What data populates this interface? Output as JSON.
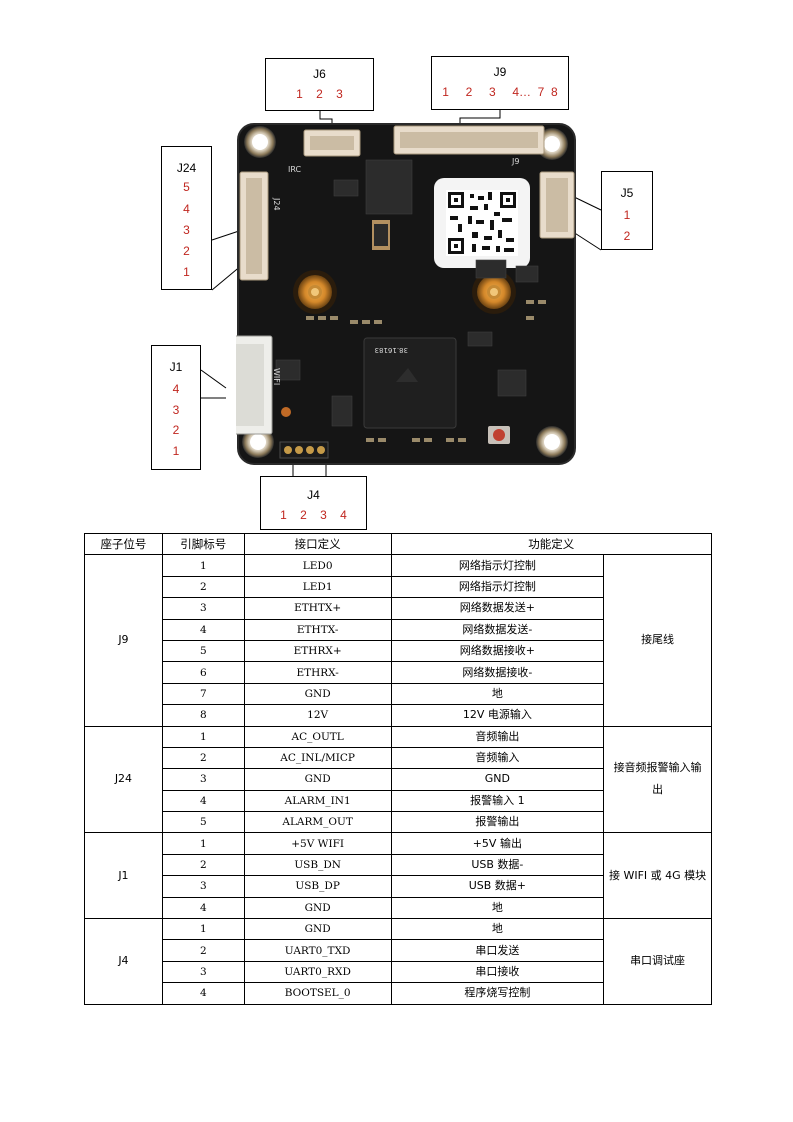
{
  "callouts": {
    "j6": {
      "title": "J6",
      "pins": "1    2    3"
    },
    "j9": {
      "title": "J9",
      "pins": "1     2     3     4…  7  8"
    },
    "j24": {
      "title": "J24",
      "pins": [
        "5",
        "4",
        "3",
        "2",
        "1"
      ]
    },
    "j5": {
      "title": "J5",
      "pins": [
        "1",
        "2"
      ]
    },
    "j1": {
      "title": "J1",
      "pins": [
        "4",
        "3",
        "2",
        "1"
      ]
    },
    "j4": {
      "title": "J4",
      "pins": "1    2    3    4"
    }
  },
  "board": {
    "silkscreen_irc": "IRC",
    "silkscreen_wifi": "WIFI",
    "chip_marking": "38.16183",
    "label_j9": "J9",
    "label_j24": "J24"
  },
  "colors": {
    "pin_red": "#c0261f",
    "board": "#151515"
  },
  "table": {
    "headers": [
      "座子位号",
      "引脚标号",
      "接口定义",
      "功能定义"
    ],
    "groups": [
      {
        "name": "J9",
        "summary": "接尾线",
        "rows": [
          {
            "pin": "1",
            "signal": "LED0",
            "function": "网络指示灯控制"
          },
          {
            "pin": "2",
            "signal": "LED1",
            "function": "网络指示灯控制"
          },
          {
            "pin": "3",
            "signal": "ETHTX+",
            "function": "网络数据发送+"
          },
          {
            "pin": "4",
            "signal": "ETHTX-",
            "function": "网络数据发送-"
          },
          {
            "pin": "5",
            "signal": "ETHRX+",
            "function": "网络数据接收+"
          },
          {
            "pin": "6",
            "signal": "ETHRX-",
            "function": "网络数据接收-"
          },
          {
            "pin": "7",
            "signal": "GND",
            "function": "地"
          },
          {
            "pin": "8",
            "signal": "12V",
            "function": "12V 电源输入"
          }
        ]
      },
      {
        "name": "J24",
        "summary": "接音频报警输入输出",
        "rows": [
          {
            "pin": "1",
            "signal": "AC_OUTL",
            "function": "音频输出"
          },
          {
            "pin": "2",
            "signal": "AC_INL/MICP",
            "function": "音频输入"
          },
          {
            "pin": "3",
            "signal": "GND",
            "function": "GND"
          },
          {
            "pin": "4",
            "signal": "ALARM_IN1",
            "function": "报警输入 1"
          },
          {
            "pin": "5",
            "signal": "ALARM_OUT",
            "function": "报警输出"
          }
        ]
      },
      {
        "name": "J1",
        "summary": "接 WIFI 或 4G 模块",
        "rows": [
          {
            "pin": "1",
            "signal": "+5V WIFI",
            "function": "+5V 输出"
          },
          {
            "pin": "2",
            "signal": "USB_DN",
            "function": "USB 数据-"
          },
          {
            "pin": "3",
            "signal": "USB_DP",
            "function": "USB 数据+"
          },
          {
            "pin": "4",
            "signal": "GND",
            "function": "地"
          }
        ]
      },
      {
        "name": "J4",
        "summary": "串口调试座",
        "rows": [
          {
            "pin": "1",
            "signal": "GND",
            "function": "地"
          },
          {
            "pin": "2",
            "signal": "UART0_TXD",
            "function": "串口发送"
          },
          {
            "pin": "3",
            "signal": "UART0_RXD",
            "function": "串口接收"
          },
          {
            "pin": "4",
            "signal": "BOOTSEL_0",
            "function": "程序烧写控制"
          }
        ]
      }
    ]
  }
}
